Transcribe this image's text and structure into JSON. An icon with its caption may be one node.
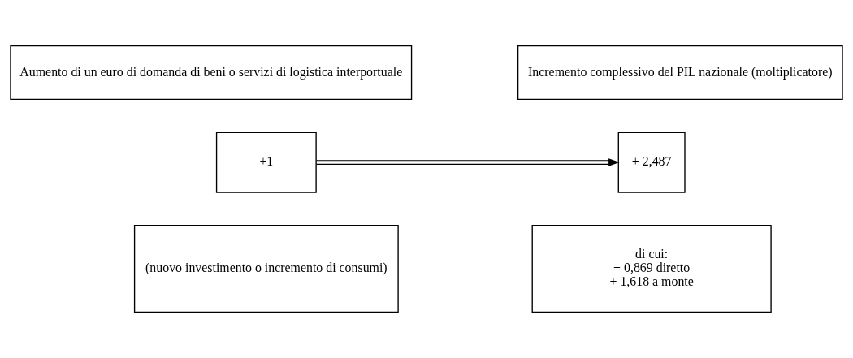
{
  "diagram": {
    "nodes": [
      {
        "text": [
          "Aumento di un euro di domanda di beni o servizi di logistica interportuale"
        ]
      },
      {
        "text": [
          "Incremento complessivo del PIL nazionale (moltiplicatore)"
        ]
      },
      {
        "text": [
          "+1"
        ]
      },
      {
        "text": [
          "+ 2,487"
        ]
      },
      {
        "text": [
          "(nuovo investimento o incremento di consumi)"
        ]
      },
      {
        "text": [
          "di cui:",
          "+ 0,869 diretto",
          "+ 1,618 a monte"
        ]
      }
    ],
    "edges": [
      {
        "from": 2,
        "to": 3,
        "arrow": "to"
      }
    ]
  }
}
